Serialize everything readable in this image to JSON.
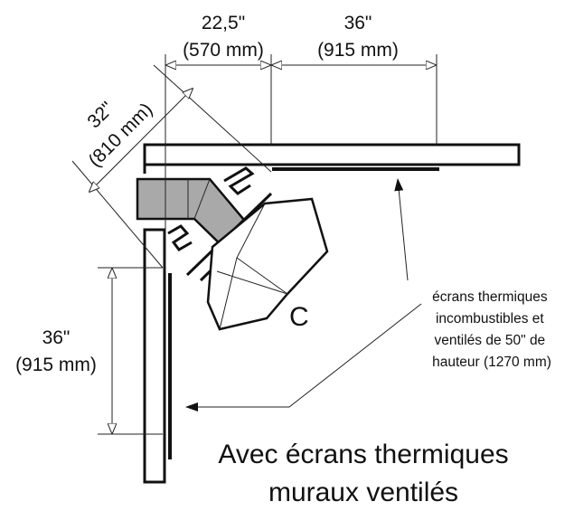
{
  "dimensions": {
    "top_left_in": "22,5\"",
    "top_left_mm": "(570 mm)",
    "top_right_in": "36\"",
    "top_right_mm": "(915 mm)",
    "diagonal_in": "32\"",
    "diagonal_mm": "(810 mm)",
    "side_in": "36\"",
    "side_mm": "(915 mm)"
  },
  "note": {
    "line1": "écrans thermiques",
    "line2": "incombustibles et",
    "line3": "ventilés de 50\" de",
    "line4": "hauteur (1270 mm)"
  },
  "caption": {
    "line1": "Avec écrans thermiques",
    "line2": "muraux ventilés"
  },
  "stove_label": "C",
  "colors": {
    "line": "#111111",
    "flue": "#a9a9a9",
    "background": "#ffffff"
  }
}
